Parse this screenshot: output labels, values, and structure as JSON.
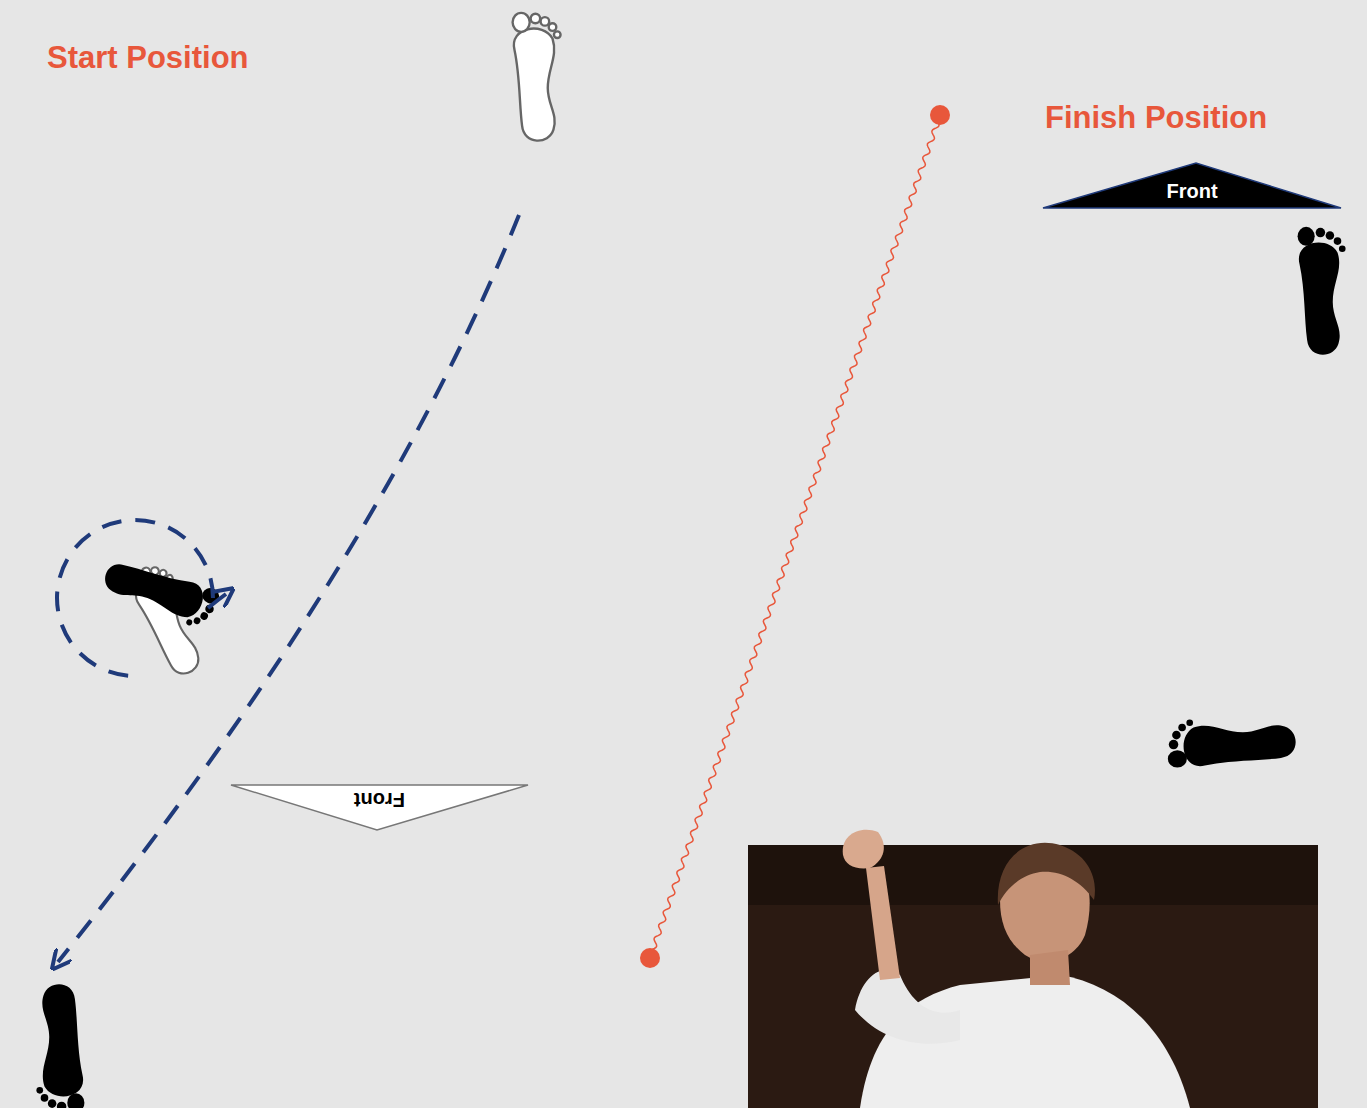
{
  "diagram": {
    "nodes": [
      {
        "text": [
          "Front"
        ]
      },
      {
        "text": [
          "Front"
        ]
      }
    ],
    "labels": [
      "Start Position",
      "Finish Position"
    ]
  }
}
